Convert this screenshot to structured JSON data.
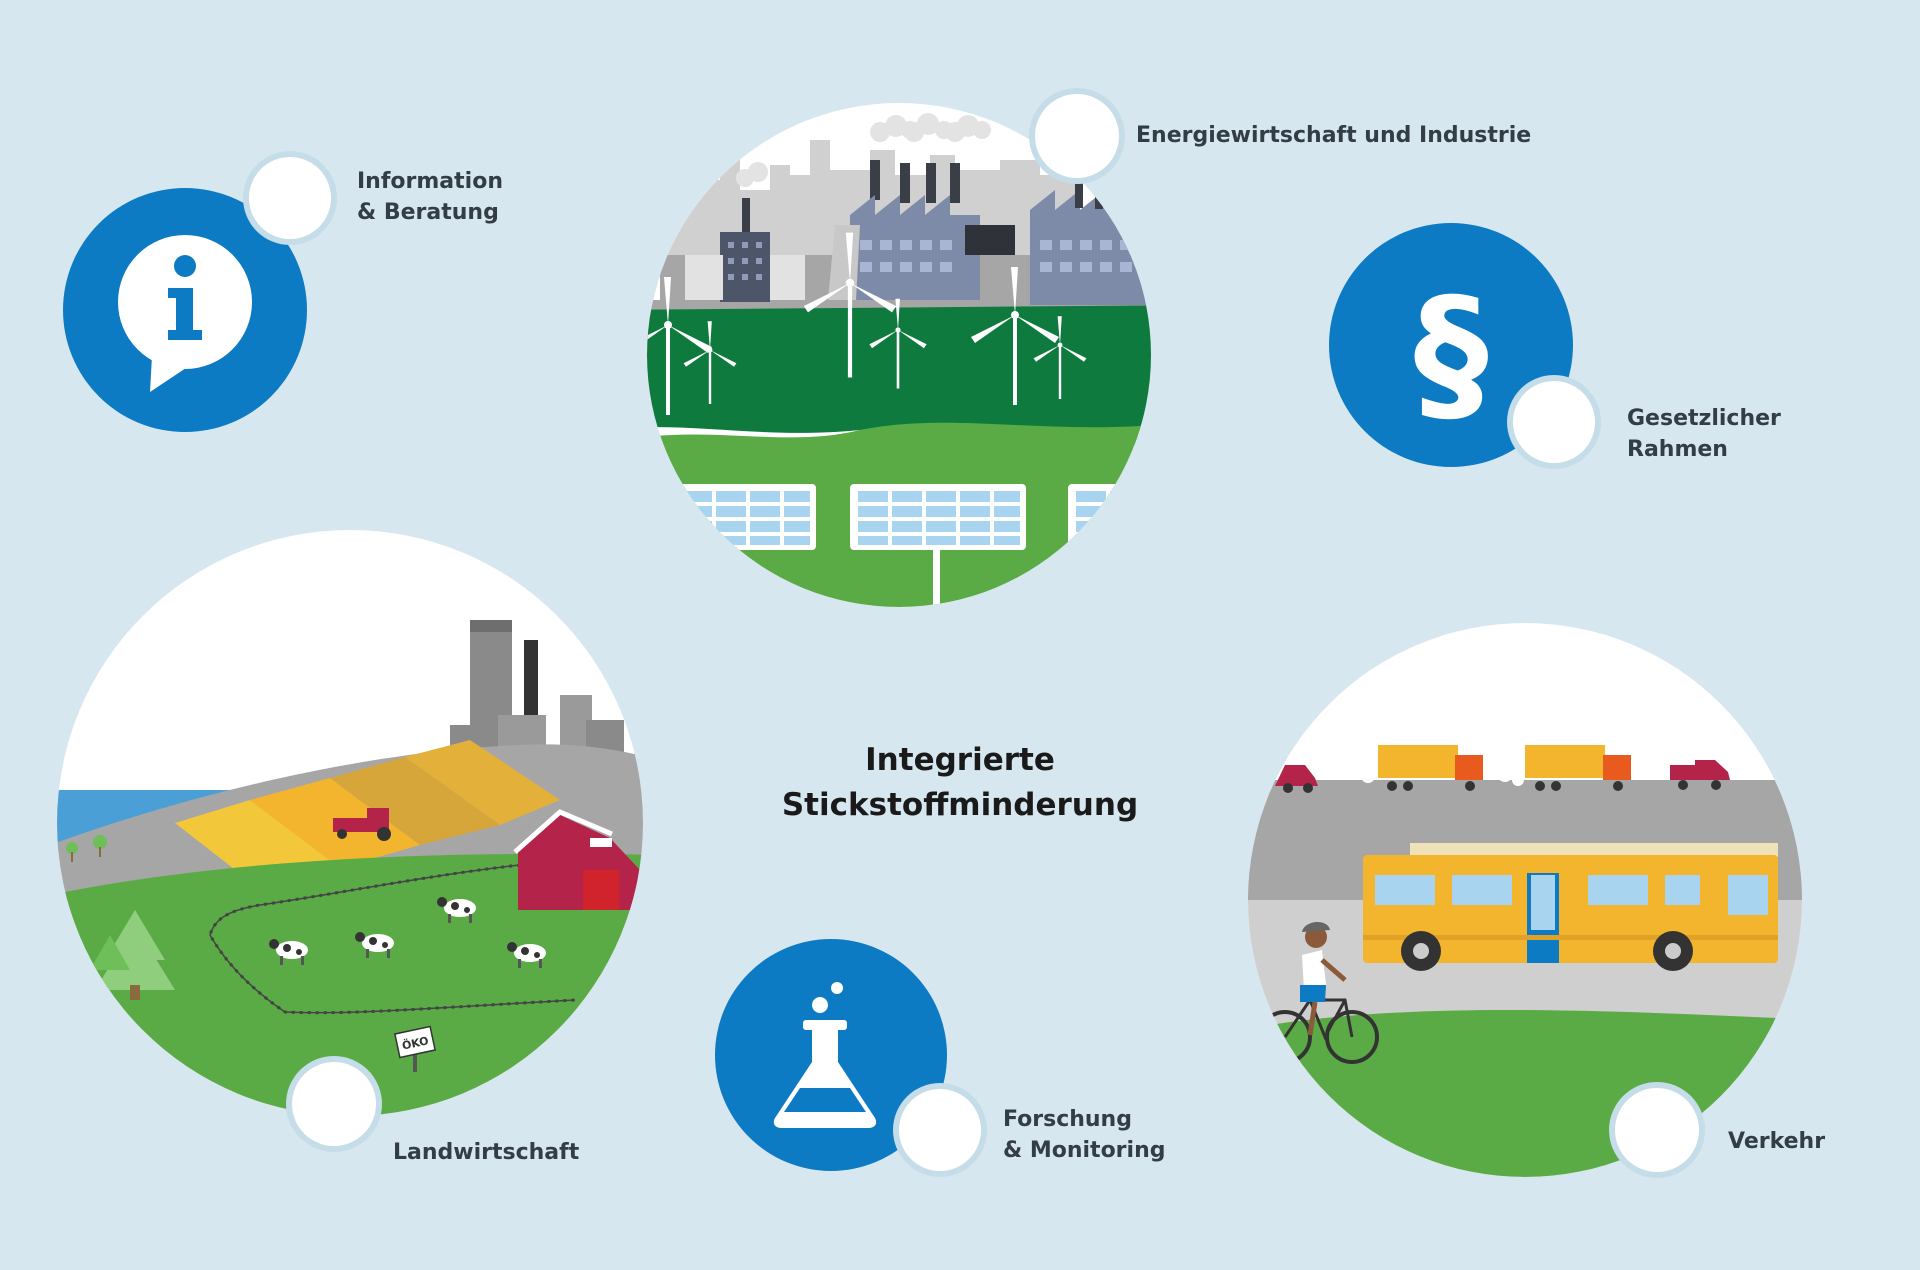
{
  "title": {
    "line1": "Integrierte",
    "line2": "Stickstoffminderung"
  },
  "topics": {
    "information": {
      "line1": "Information",
      "line2": "& Beratung",
      "icon": "info-speech-bubble-icon"
    },
    "energy": {
      "line1": "Energiewirtschaft und Industrie"
    },
    "legal": {
      "line1": "Gesetzlicher",
      "line2": "Rahmen",
      "icon": "paragraph-icon"
    },
    "agriculture": {
      "line1": "Landwirtschaft",
      "sign": "ÖKO"
    },
    "research": {
      "line1": "Forschung",
      "line2": "& Monitoring",
      "icon": "flask-icon"
    },
    "transport": {
      "line1": "Verkehr"
    }
  },
  "colors": {
    "background": "#d7e7ef",
    "blue": "#0c7bc4",
    "green": "#5aab45",
    "dark_green": "#0e7a3d",
    "grey": "#a6a6a6",
    "yellow": "#f3b52d",
    "red_barn": "#b4234a"
  }
}
